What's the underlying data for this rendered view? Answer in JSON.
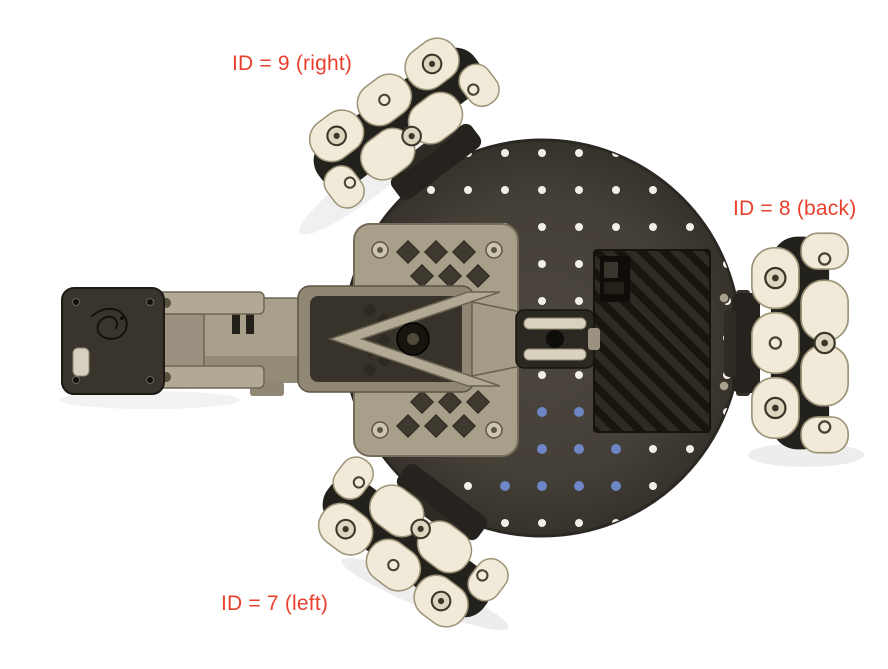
{
  "annotations": [
    {
      "name": "wheel-right",
      "label": "ID = 9 (right)"
    },
    {
      "name": "wheel-back",
      "label": "ID = 8 (back)"
    },
    {
      "name": "wheel-left",
      "label": "ID = 7 (left)"
    }
  ],
  "colors": {
    "annotation_text": "#e8402c",
    "base_plate": "#443f37",
    "wheel_roller": "#f1ead8",
    "arm_body": "#a9a08b",
    "dark_components": "#23211c",
    "grid_dot_white": "#f2efe8",
    "grid_dot_blue": "#6e86c6",
    "background": "#ffffff"
  }
}
